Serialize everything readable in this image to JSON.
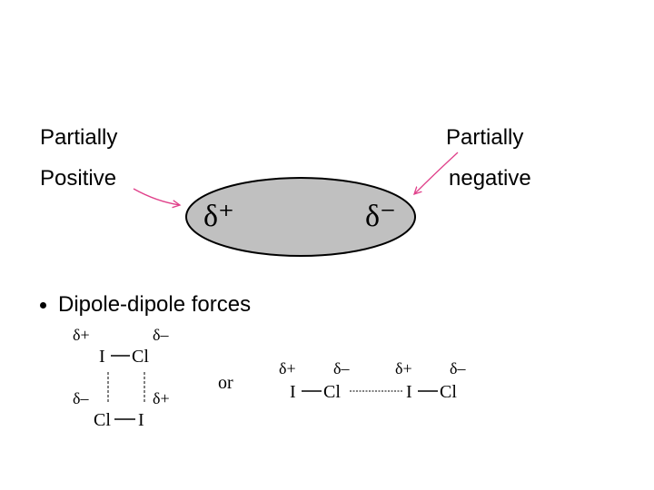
{
  "labels": {
    "left_line1": "Partially",
    "left_line2": "Positive",
    "right_line1": "Partially",
    "right_line2": "negative"
  },
  "molecule": {
    "delta_plus": "δ⁺",
    "delta_minus": "δ⁻",
    "fill_color": "#c0c0c0"
  },
  "arrow_color": "#e0408a",
  "bullet": {
    "text": "Dipole-dipole forces"
  },
  "square_arrangement": {
    "top_left_charge": "δ+",
    "top_right_charge": "δ–",
    "bottom_left_charge": "δ–",
    "bottom_right_charge": "δ+",
    "top_I": "I",
    "top_Cl": "Cl",
    "bottom_Cl": "Cl",
    "bottom_I": "I"
  },
  "connector": "or",
  "chain_arrangement": {
    "charges": [
      "δ+",
      "δ–",
      "δ+",
      "δ–"
    ],
    "atoms": [
      "I",
      "Cl",
      "I",
      "Cl"
    ]
  }
}
